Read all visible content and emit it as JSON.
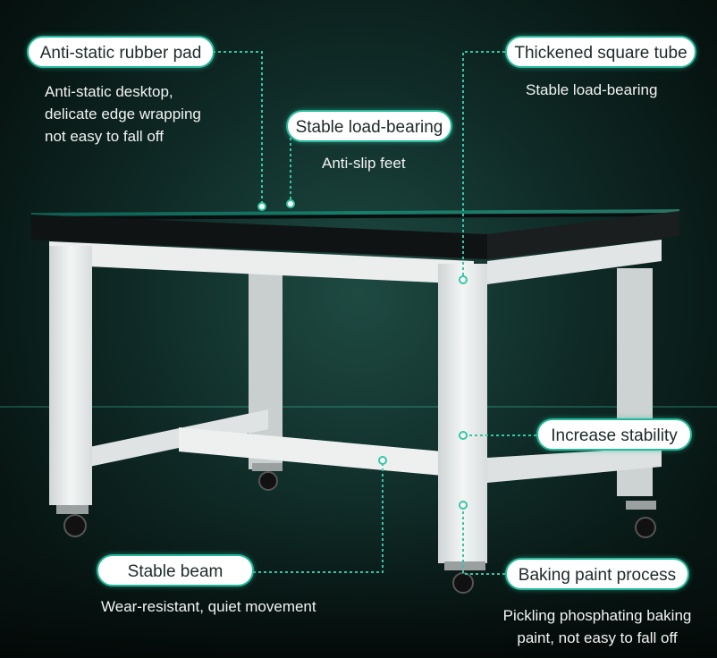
{
  "callouts": {
    "rubber_pad": {
      "title": "Anti-static rubber pad",
      "lines": [
        "Anti-static desktop,",
        "delicate edge wrapping",
        "not easy to fall off"
      ]
    },
    "load_bearing": {
      "title": "Stable load-bearing",
      "lines": [
        "Anti-slip feet"
      ]
    },
    "square_tube": {
      "title": "Thickened square tube",
      "lines": [
        "Stable load-bearing"
      ]
    },
    "stability": {
      "title": "Increase stability"
    },
    "beam": {
      "title": "Stable beam",
      "lines": [
        "Wear-resistant, quiet movement"
      ]
    },
    "baking": {
      "title": "Baking paint process",
      "lines": [
        "Pickling phosphating baking",
        "paint, not easy to fall off"
      ]
    }
  },
  "colors": {
    "accent": "#26b89a",
    "frame": "#e9ecec",
    "desktop": "#111414",
    "background": "#0f2a26"
  }
}
